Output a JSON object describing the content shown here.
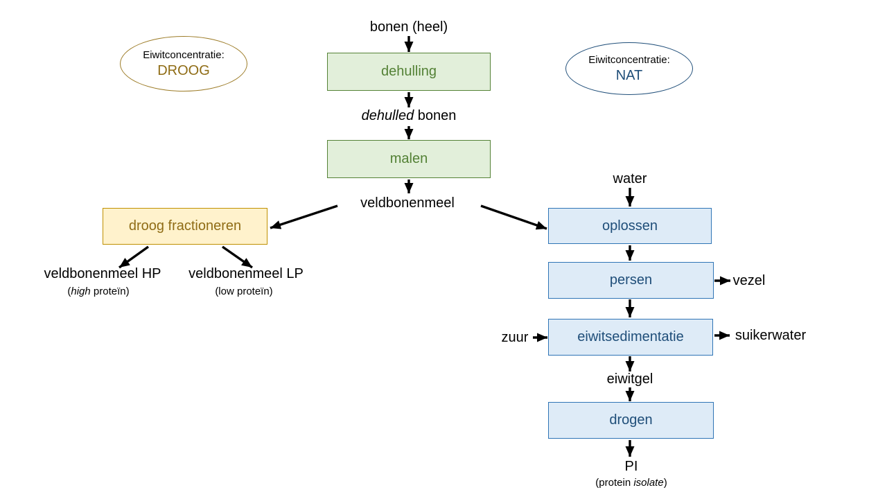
{
  "colors": {
    "green_fill": "#E2EFDA",
    "green_border": "#548235",
    "green_text": "#538135",
    "gold_fill": "#FFF2CC",
    "gold_border": "#BF9000",
    "gold_text": "#8F6C15",
    "blue_fill": "#DEEBF7",
    "blue_border": "#2E74B5",
    "blue_text": "#1F4E79",
    "droog_oval_border": "#9C7B26",
    "droog_text": "#8F6C15",
    "nat_oval_border": "#1F4E79",
    "nat_text": "#1F4E79",
    "arrow": "#000000"
  },
  "ovals": {
    "droog": {
      "title": "Eiwitconcentratie:",
      "value": "DROOG"
    },
    "nat": {
      "title": "Eiwitconcentratie:",
      "value": "NAT"
    }
  },
  "flow": {
    "bonen_heel": "bonen (heel)",
    "dehulling": "dehulling",
    "dehulled": {
      "italic": "dehulled",
      "rest": " bonen"
    },
    "malen": "malen",
    "veldbonenmeel": "veldbonenmeel",
    "droog_fractioneren": "droog fractioneren",
    "hp": {
      "label": "veldbonenmeel HP",
      "sub_open": "(",
      "sub_italic": "high",
      "sub_rest": " proteïn)"
    },
    "lp": {
      "label": "veldbonenmeel LP",
      "sub": "(low proteïn)"
    },
    "water": "water",
    "oplossen": "oplossen",
    "persen": "persen",
    "vezel": "vezel",
    "zuur": "zuur",
    "eiwitsedimentatie": "eiwitsedimentatie",
    "suikerwater": "suikerwater",
    "eiwitgel": "eiwitgel",
    "drogen": "drogen",
    "pi": {
      "label": "PI",
      "sub_pre": "(protein ",
      "sub_italic": "isolate",
      "sub_post": ")"
    }
  }
}
